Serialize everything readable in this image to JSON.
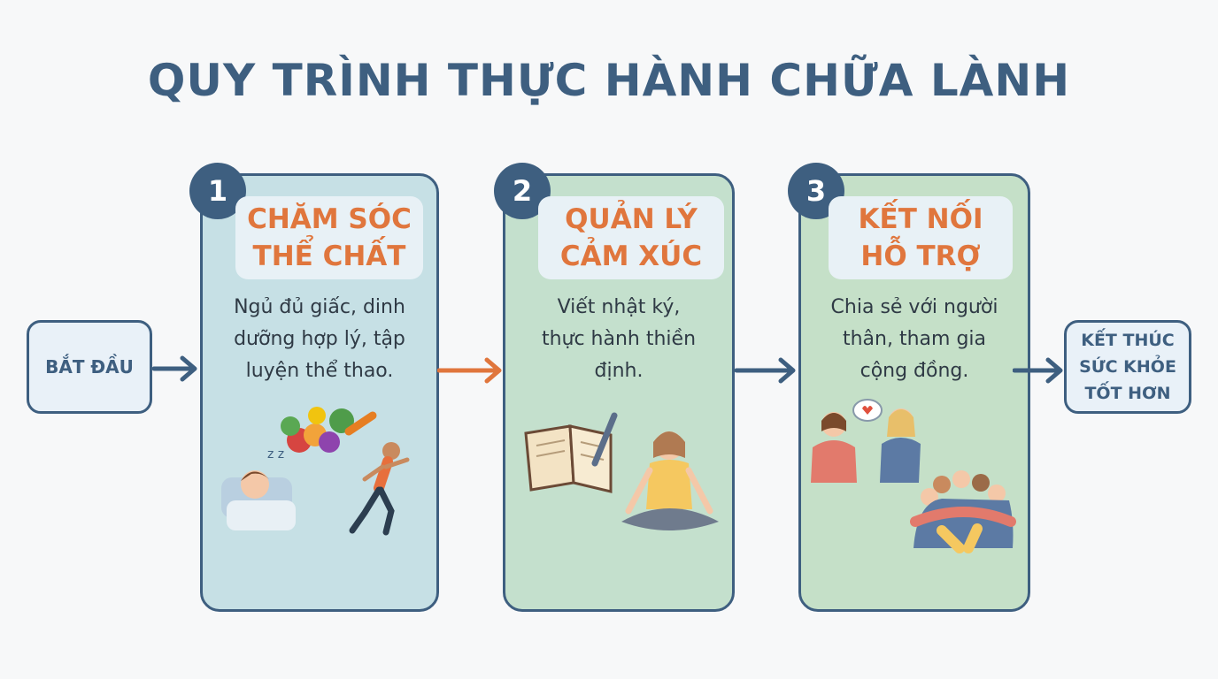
{
  "title": "QUY TRÌNH THỰC HÀNH CHỮA LÀNH",
  "start": "BẮT ĐẦU",
  "end": [
    "KẾT THÚC",
    "SỨC KHỎE",
    "TỐT HƠN"
  ],
  "steps": [
    {
      "number": "1",
      "title": [
        "CHĂM SÓC",
        "THỂ CHẤT"
      ],
      "desc": [
        "Ngủ đủ giấc, dinh",
        "dưỡng hợp lý, tập",
        "luyện thể thao."
      ]
    },
    {
      "number": "2",
      "title": [
        "QUẢN LÝ",
        "CẢM XÚC"
      ],
      "desc": [
        "Viết nhật ký,",
        "thực hành thiền",
        "định."
      ]
    },
    {
      "number": "3",
      "title": [
        "KẾT NỐI",
        "HỖ TRỢ"
      ],
      "desc": [
        "Chia sẻ với người",
        "thân, tham gia",
        "cộng đồng."
      ]
    }
  ],
  "colors": {
    "primary": "#3e5f80",
    "accent": "#e0763d"
  }
}
